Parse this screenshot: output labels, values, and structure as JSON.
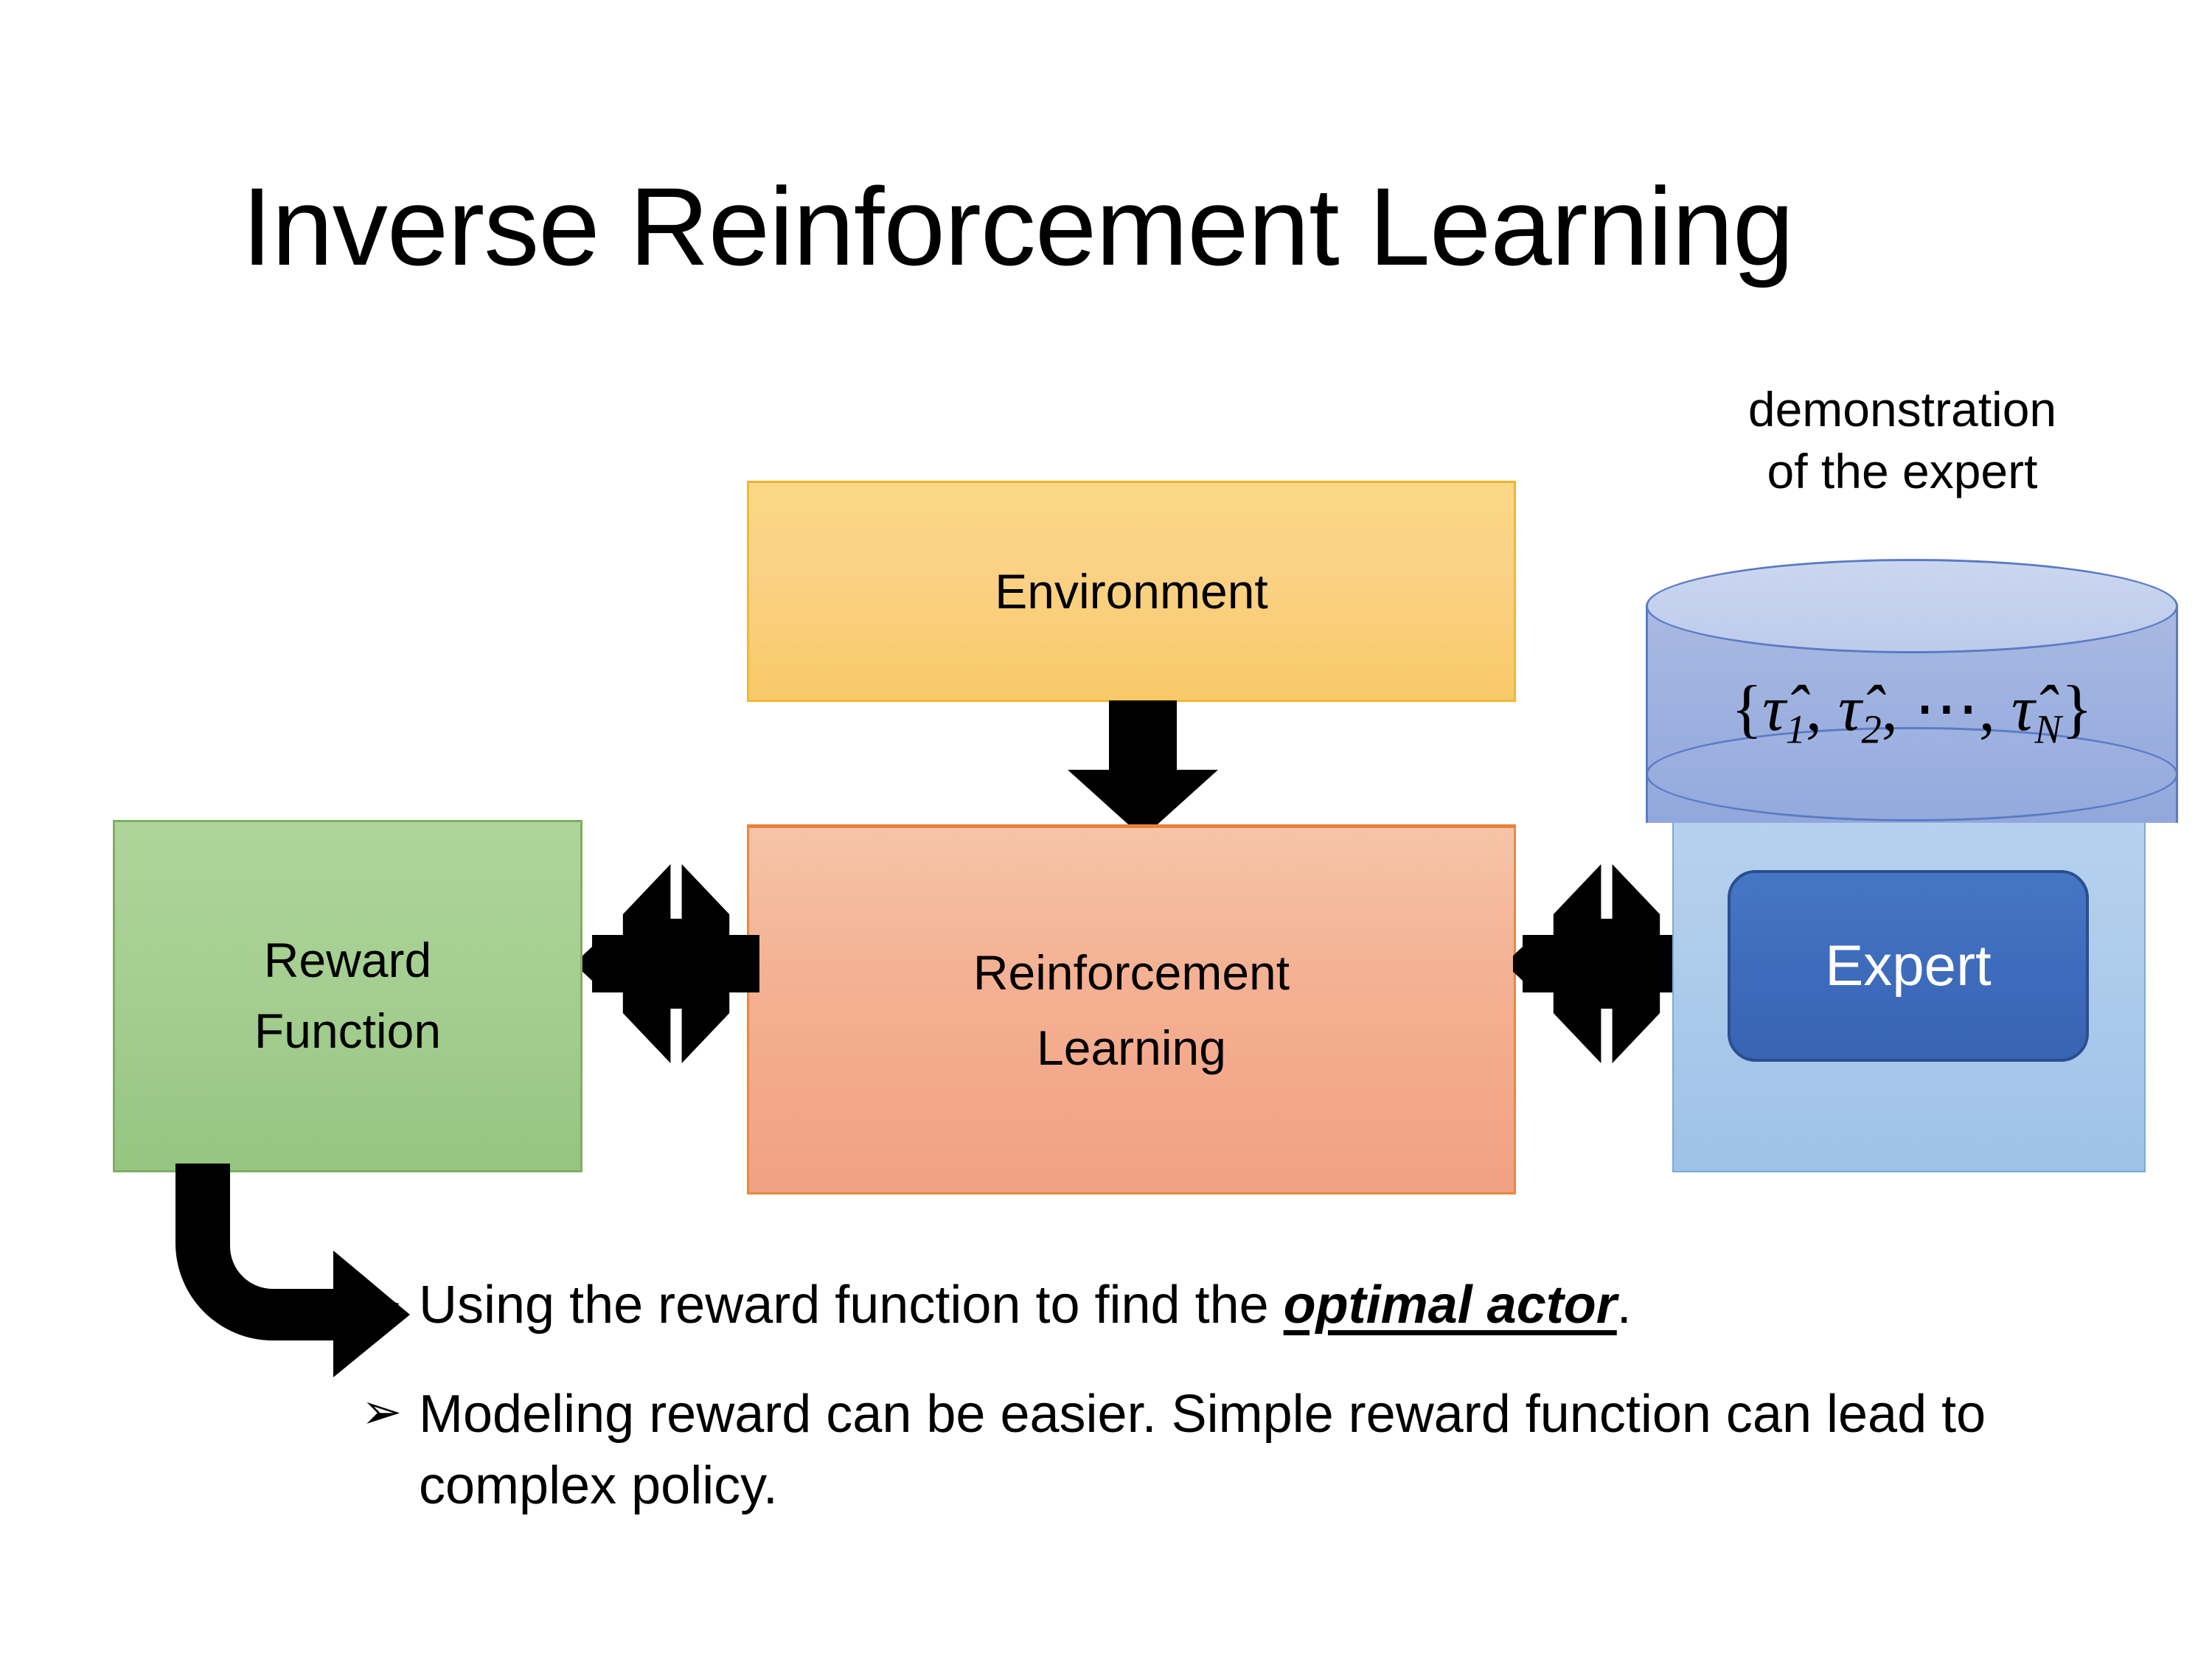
{
  "slide": {
    "title": "Inverse Reinforcement Learning",
    "background_color": "#FFFFFF"
  },
  "diagram": {
    "environment_box": {
      "label": "Environment",
      "fill_color": "#FAD183",
      "border_color": "#F2B830"
    },
    "reinforcement_learning_box": {
      "label_line1": "Reinforcement",
      "label_line2": "Learning",
      "fill_color": "#F4B193",
      "border_color": "#E9893F"
    },
    "reward_function_box": {
      "label_line1": "Reward",
      "label_line2": "Function",
      "fill_color": "#A4CE90",
      "border_color": "#7FAE63"
    },
    "expert_group": {
      "caption_line1": "demonstration",
      "caption_line2": "of the expert",
      "cylinder": {
        "formula_open": "{",
        "formula_tau1": "τ̂",
        "formula_sub1": "1",
        "formula_sep1": ", ",
        "formula_tau2": "τ̂",
        "formula_sub2": "2",
        "formula_sep2": ", ⋯, ",
        "formula_tau3": "τ̂",
        "formula_sub3": "N",
        "formula_close": "}",
        "fill_color": "#9FB2E0",
        "top_fill_color": "#C3D1EE",
        "border_color": "#5B7BC4"
      },
      "backdrop_fill_color": "#AFCDEC",
      "expert_box": {
        "label": "Expert",
        "fill_color": "#3E6CBC",
        "border_color": "#2C4E8F",
        "text_color": "#FFFFFF"
      }
    },
    "arrows": {
      "environment_to_rl": "down-block-arrow",
      "reward_to_rl": "quad-arrow",
      "rl_to_expert": "quad-arrow",
      "reward_to_bullet": "elbow-arrow",
      "color": "#000000"
    }
  },
  "bullets": [
    {
      "marker": "➢",
      "text_before": "Using the reward function to find the ",
      "emphasis": "optimal actor",
      "text_after": "."
    },
    {
      "marker": "➢",
      "text_before": "Modeling reward can be easier. Simple reward function can lead to complex policy.",
      "emphasis": "",
      "text_after": ""
    }
  ]
}
